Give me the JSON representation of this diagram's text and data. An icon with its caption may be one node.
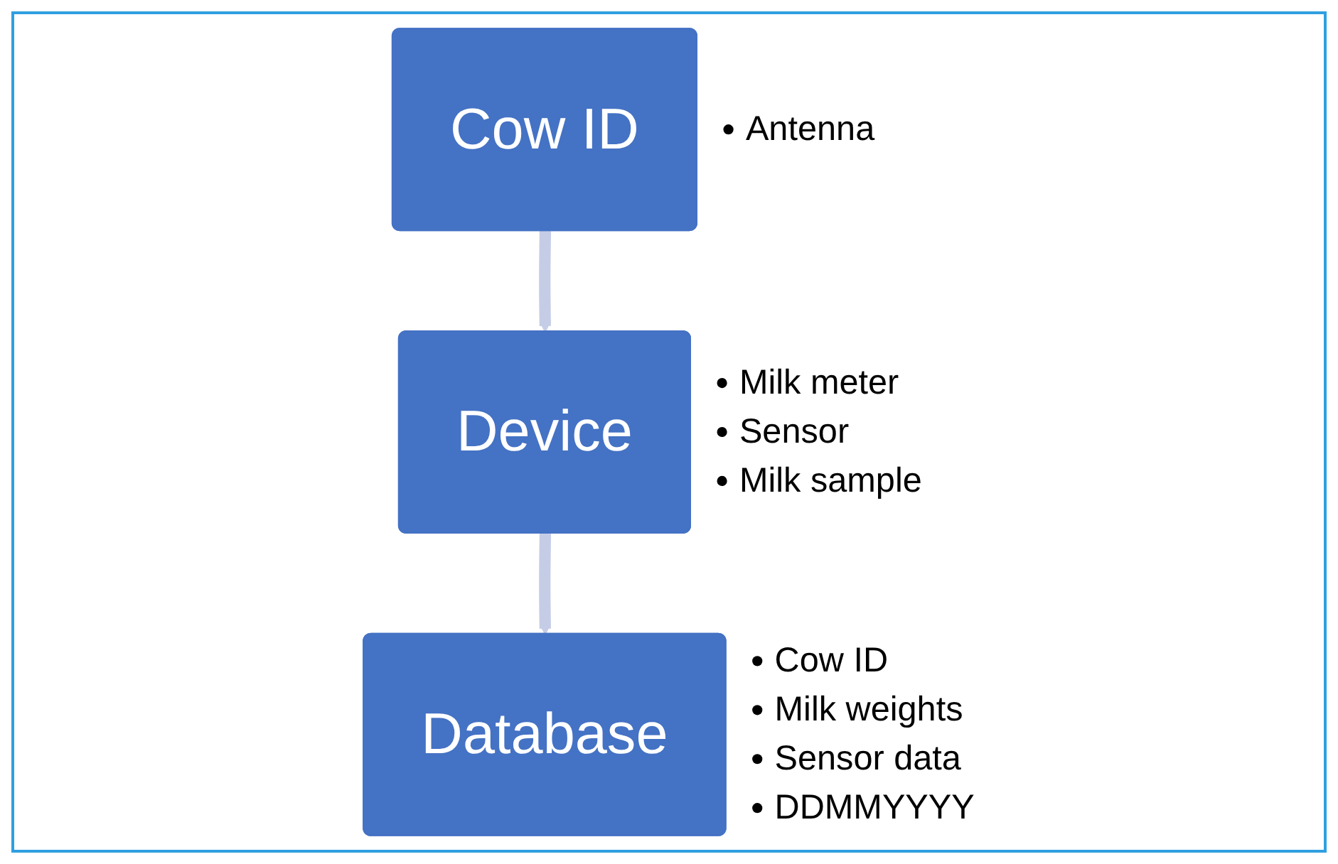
{
  "diagram": {
    "nodes": [
      {
        "text": [
          "Cow ID"
        ],
        "beside": [
          "Antenna"
        ]
      },
      {
        "text": [
          "Device"
        ],
        "beside": [
          "Milk meter",
          "Sensor",
          "Milk sample"
        ]
      },
      {
        "text": [
          "Database"
        ],
        "beside": [
          "Cow ID",
          "Milk weights",
          "Sensor data",
          "DDMMYYYY"
        ]
      }
    ],
    "edges": [
      {
        "from": 0,
        "to": 1,
        "arrow": "to"
      },
      {
        "from": 1,
        "to": 2,
        "arrow": "to"
      }
    ]
  }
}
